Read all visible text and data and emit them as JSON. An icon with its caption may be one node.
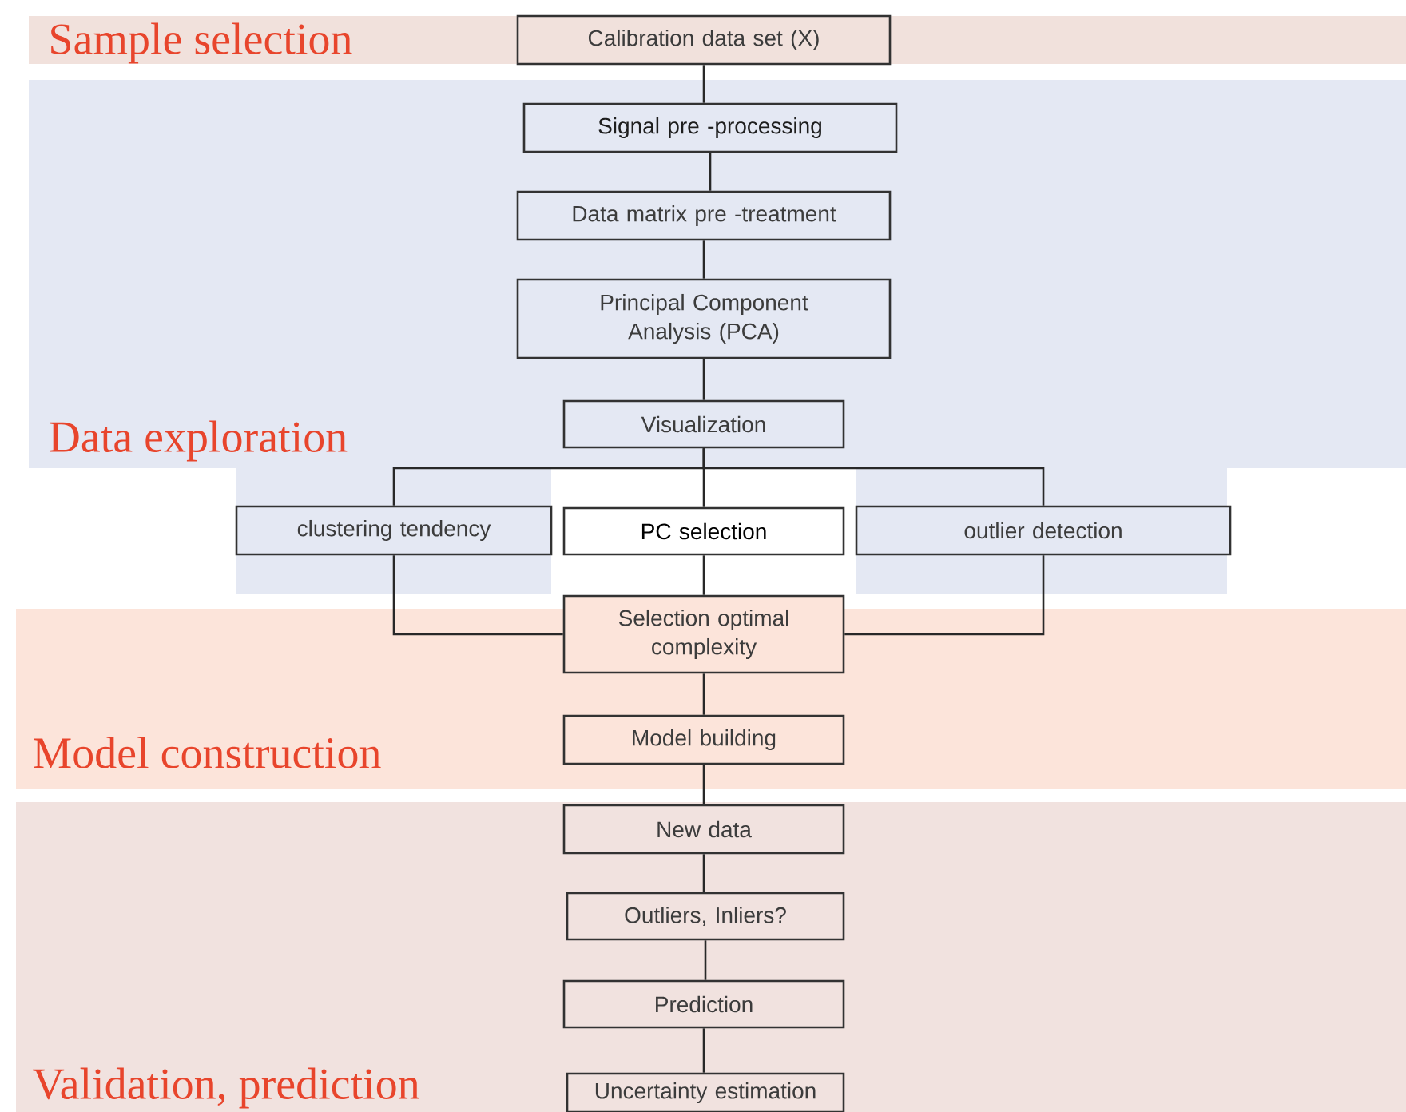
{
  "diagram": {
    "nodes": [
      {
        "text": [
          "Sample selection"
        ]
      },
      {
        "text": [
          "Calibration data set (X)"
        ],
        "in": 0
      },
      {
        "text": [
          "Data exploration"
        ]
      },
      {
        "text": [
          "Signal pre -processing"
        ],
        "in": 2
      },
      {
        "text": [
          "Data matrix pre -treatment"
        ],
        "in": 2
      },
      {
        "text": [
          "Principal Component Analysis (PCA)"
        ],
        "in": 2
      },
      {
        "text": [
          "Visualization"
        ],
        "in": 2
      },
      {
        "text": [
          "clustering tendency"
        ],
        "in": 2
      },
      {
        "text": [
          "PC selection"
        ]
      },
      {
        "text": [
          "outlier detection"
        ],
        "in": 2
      },
      {
        "text": [
          "Model construction"
        ]
      },
      {
        "text": [
          "Selection optimal complexity"
        ],
        "in": 10
      },
      {
        "text": [
          "Model building"
        ],
        "in": 10
      },
      {
        "text": [
          "Validation, prediction"
        ]
      },
      {
        "text": [
          "New data"
        ],
        "in": 13
      },
      {
        "text": [
          "Outliers, Inliers?"
        ],
        "in": 13
      },
      {
        "text": [
          "Prediction"
        ],
        "in": 13
      },
      {
        "text": [
          "Uncertainty estimation"
        ],
        "in": 13
      }
    ],
    "edges": [
      {
        "from": 1,
        "to": 3,
        "arrow": "none"
      },
      {
        "from": 3,
        "to": 4,
        "arrow": "none"
      },
      {
        "from": 4,
        "to": 5,
        "arrow": "none"
      },
      {
        "from": 5,
        "to": 6,
        "arrow": "none"
      },
      {
        "from": 6,
        "to": 7,
        "arrow": "none"
      },
      {
        "from": 6,
        "to": 8,
        "arrow": "none"
      },
      {
        "from": 6,
        "to": 9,
        "arrow": "none"
      },
      {
        "from": 7,
        "to": 11,
        "arrow": "none"
      },
      {
        "from": 8,
        "to": 11,
        "arrow": "none"
      },
      {
        "from": 9,
        "to": 11,
        "arrow": "none"
      },
      {
        "from": 11,
        "to": 12,
        "arrow": "none"
      },
      {
        "from": 12,
        "to": 14,
        "arrow": "none"
      },
      {
        "from": 14,
        "to": 15,
        "arrow": "none"
      },
      {
        "from": 15,
        "to": 16,
        "arrow": "none"
      },
      {
        "from": 16,
        "to": 17,
        "arrow": "none"
      }
    ]
  }
}
